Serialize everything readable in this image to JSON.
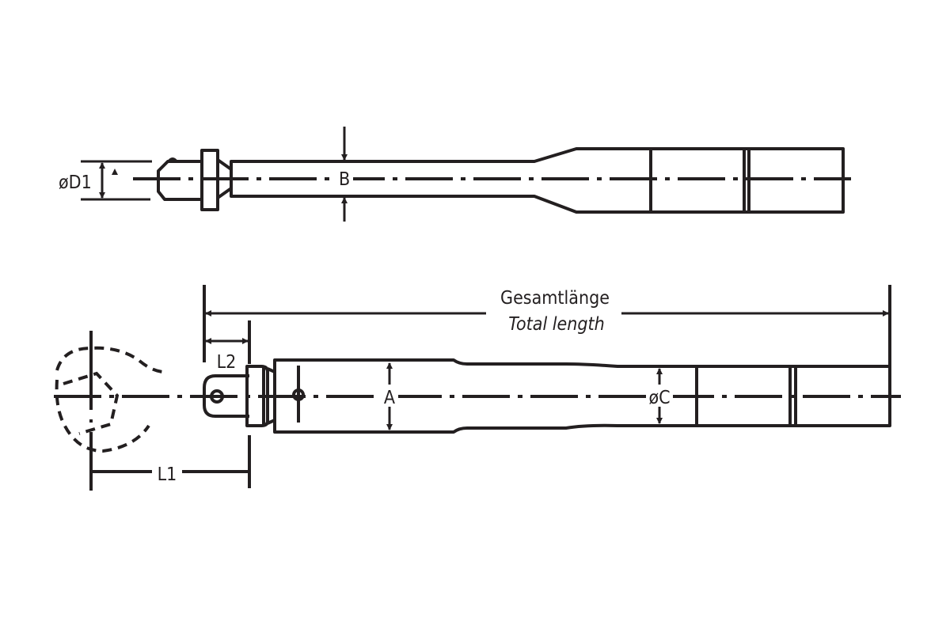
{
  "labels": {
    "d1": "øD1",
    "b": "B",
    "total_de": "Gesamtlänge",
    "total_en": "Total length",
    "l2": "L2",
    "l1": "L1",
    "a": "A",
    "c": "øC"
  },
  "colors": {
    "line": "#231f20",
    "background": "#ffffff"
  }
}
